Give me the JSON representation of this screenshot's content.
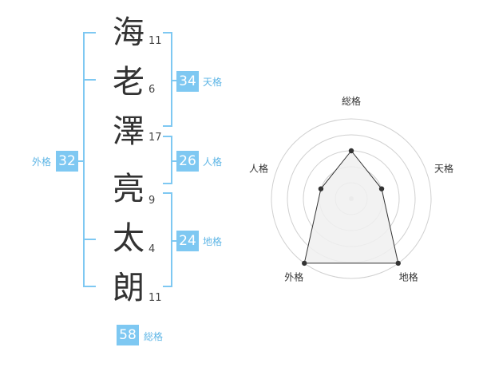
{
  "name": {
    "surname": [
      {
        "char": "海",
        "strokes": "11"
      },
      {
        "char": "老",
        "strokes": "6"
      },
      {
        "char": "澤",
        "strokes": "17"
      }
    ],
    "given": [
      {
        "char": "亮",
        "strokes": "9"
      },
      {
        "char": "太",
        "strokes": "4"
      },
      {
        "char": "朗",
        "strokes": "11"
      }
    ]
  },
  "fortunes": {
    "tenkaku": {
      "value": "34",
      "label": "天格"
    },
    "jinkaku": {
      "value": "26",
      "label": "人格"
    },
    "chikaku": {
      "value": "24",
      "label": "地格"
    },
    "gaikaku": {
      "value": "32",
      "label": "外格"
    },
    "soukaku": {
      "value": "58",
      "label": "総格"
    }
  },
  "colors": {
    "accent": "#7ec8f2",
    "label": "#5fb6e6"
  },
  "chart_data": {
    "type": "radar",
    "axes": [
      "総格",
      "天格",
      "地格",
      "外格",
      "人格"
    ],
    "values": [
      3,
      2,
      5,
      5,
      2
    ],
    "range": [
      0,
      5
    ],
    "rings": 5,
    "grid": true
  }
}
